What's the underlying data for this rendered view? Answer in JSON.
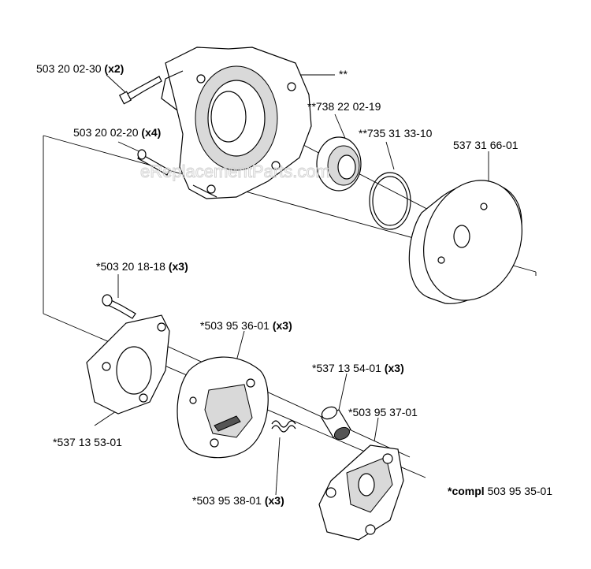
{
  "labels": {
    "screw_2": {
      "part": "503 20 02-30",
      "qty": "(x2)"
    },
    "screw_4": {
      "part": "503 20 02-20",
      "qty": "(x4)"
    },
    "housing_mark": {
      "part": "**"
    },
    "bearing": {
      "part": "**738 22 02-19"
    },
    "circlip": {
      "part": "**735 31 33-10"
    },
    "clutch_drum": {
      "part": "537 31 66-01"
    },
    "screw_3": {
      "part": "*503 20 18-18",
      "qty": "(x3)"
    },
    "clutch_shoe": {
      "part": "*503 95 36-01",
      "qty": "(x3)"
    },
    "bushing": {
      "part": "*537 13 54-01",
      "qty": "(x3)"
    },
    "plate_front": {
      "part": "*503 95 37-01"
    },
    "plate_rear": {
      "part": "*537 13 53-01"
    },
    "spring": {
      "part": "*503 95 38-01",
      "qty": "(x3)"
    },
    "complete": {
      "prefix": "*compl",
      "part": "503 95 35-01"
    }
  },
  "watermark": "eReplacementParts.com"
}
